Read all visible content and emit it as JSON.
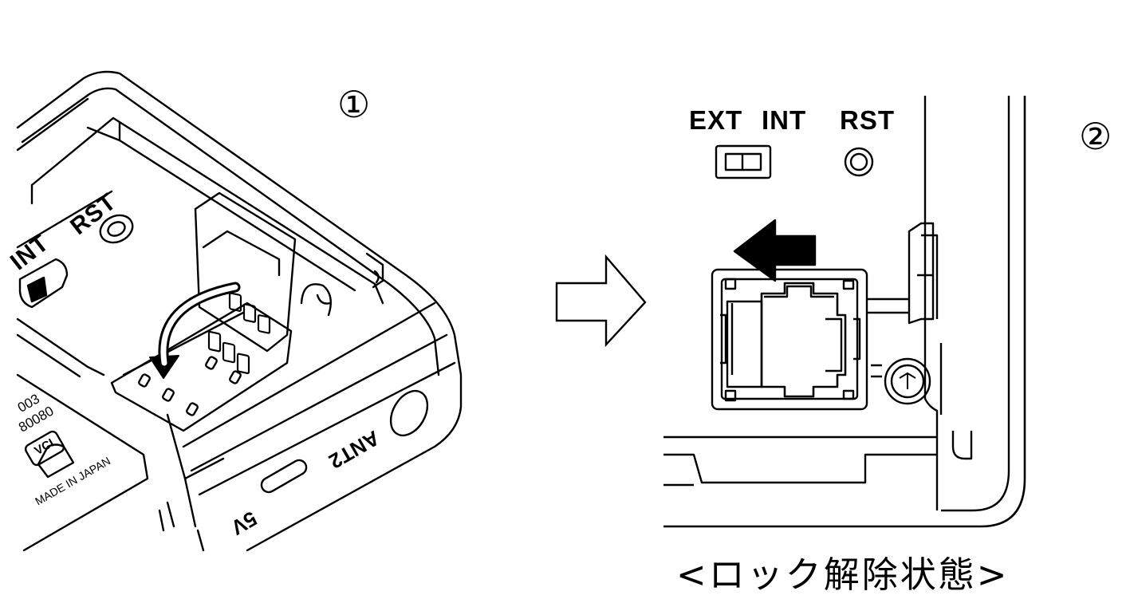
{
  "steps": {
    "first": "①",
    "second": "②"
  },
  "device_front": {
    "rst_label": "RST",
    "int_label": "INT",
    "serial_line1": "003",
    "serial_line2": "80080",
    "vcci_mark": "VCI",
    "made_in": "MADE IN JAPAN",
    "port_5v": "5V",
    "port_ant2": "ANT2"
  },
  "device_closeup": {
    "ext_label": "EXT",
    "int_label": "INT",
    "rst_label": "RST",
    "caption": "<ロック解除状態>"
  }
}
